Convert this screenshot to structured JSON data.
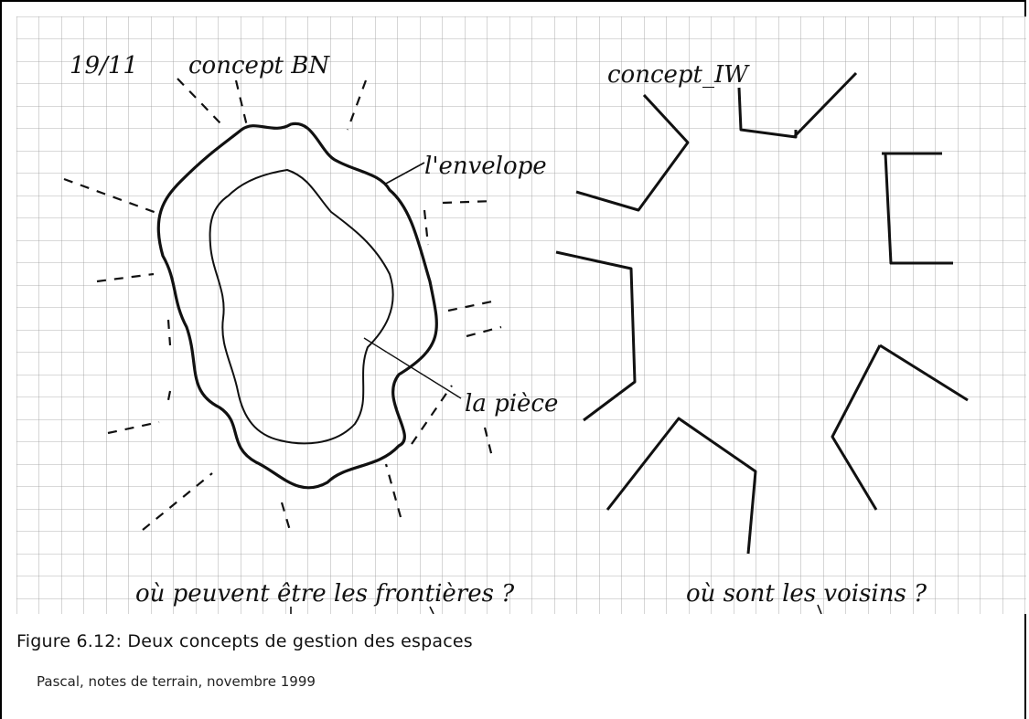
{
  "figure": {
    "caption": "Figure 6.12: Deux concepts de gestion des espaces",
    "credit": "Pascal, notes de terrain, novembre 1999"
  },
  "sketch": {
    "date": "19/11",
    "concept_left": "concept BN",
    "concept_right": "concept_IW",
    "label_envelope": "l'envelope",
    "label_piece": "la pièce",
    "question_left": "où peuvent être les frontières ?",
    "question_right": "où sont les voisins ?"
  }
}
